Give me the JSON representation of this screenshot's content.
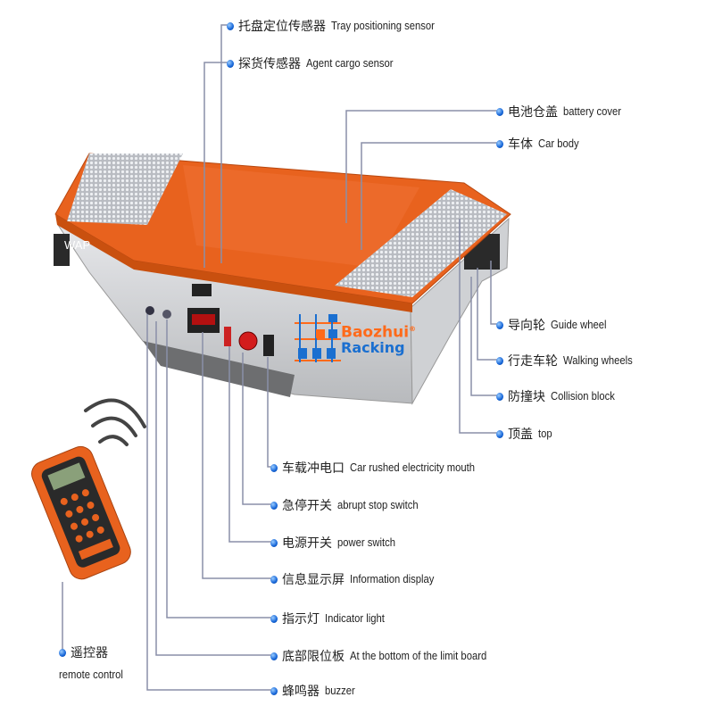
{
  "vehicle": {
    "brand_plate": "WAP"
  },
  "watermark": {
    "line1": "Baozhui",
    "line2": "Racking",
    "mark": "®"
  },
  "top_labels": [
    {
      "zh": "托盘定位传感器",
      "en": "Tray positioning sensor"
    },
    {
      "zh": "探货传感器",
      "en": "Agent cargo sensor"
    }
  ],
  "right_labels": [
    {
      "zh": "电池仓盖",
      "en": "battery cover"
    },
    {
      "zh": "车体",
      "en": "Car body"
    },
    {
      "zh": "导向轮",
      "en": "Guide wheel"
    },
    {
      "zh": "行走车轮",
      "en": "Walking wheels"
    },
    {
      "zh": "防撞块",
      "en": "Collision block"
    },
    {
      "zh": "顶盖",
      "en": "top"
    }
  ],
  "bottom_labels": [
    {
      "zh": "车载冲电口",
      "en": "Car rushed electricity mouth"
    },
    {
      "zh": "急停开关",
      "en": "abrupt stop switch"
    },
    {
      "zh": "电源开关",
      "en": "power switch"
    },
    {
      "zh": "信息显示屏",
      "en": "Information display"
    },
    {
      "zh": "指示灯",
      "en": "Indicator light"
    },
    {
      "zh": "底部限位板",
      "en": "At the bottom of the limit board"
    },
    {
      "zh": "蜂鸣器",
      "en": "buzzer"
    }
  ],
  "remote": {
    "zh": "遥控器",
    "en": "remote control"
  },
  "colors": {
    "orange": "#e8621e",
    "line": "#8a8fa8",
    "dot": "#1565d8"
  }
}
